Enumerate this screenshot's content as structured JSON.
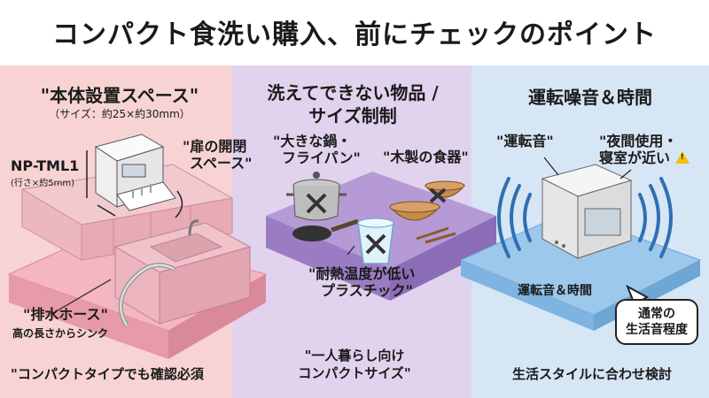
{
  "title": "コンパクト食洗い購入、前にチェックのポイント",
  "left": {
    "heading": "\"本体設置スペース\"",
    "subheading": "（サイズ：約25×約30mm）",
    "model": "NP-TML1",
    "depth_note": "(行さ×約5mm)",
    "door_label_1": "\"扉の開閉",
    "door_label_2": "スペース\"",
    "hose_label_1": "\"排水ホース\"",
    "hose_label_2": "高の長さからシンク",
    "footer": "\"コンパクトタイプでも確認必須"
  },
  "middle": {
    "heading_1": "洗えてできない物品 /",
    "heading_2": "サイズ制制",
    "pot_label_1": "\"大きな鍋・",
    "pot_label_2": "フライパン\"",
    "wood_label": "\"木製の食器\"",
    "plastic_label_1": "\"耐熱温度が低い",
    "plastic_label_2": "プラスチック\"",
    "footer_1": "\"一人暮らし向け",
    "footer_2": "コンパクトサイズ\""
  },
  "right": {
    "heading": "運転噪音＆時間",
    "noise_label": "\"運転音\"",
    "night_label_1": "\"夜間使用・",
    "night_label_2": "寝室が近い",
    "base_label": "運転音＆時間",
    "bubble_1": "通常の",
    "bubble_2": "生活音程度",
    "footer": "生活スタイルに合わせ検討"
  },
  "colors": {
    "pink_panel": "#f7d3d3",
    "purple_panel": "#e1d3ee",
    "blue_panel": "#d6e6f4",
    "warning": "#f2c200"
  },
  "icons": [
    "dishwasher-icon",
    "sink-icon",
    "pot-icon",
    "frying-pan-icon",
    "wooden-bowl-icon",
    "plastic-cup-icon",
    "sound-wave-icon",
    "warning-icon"
  ]
}
